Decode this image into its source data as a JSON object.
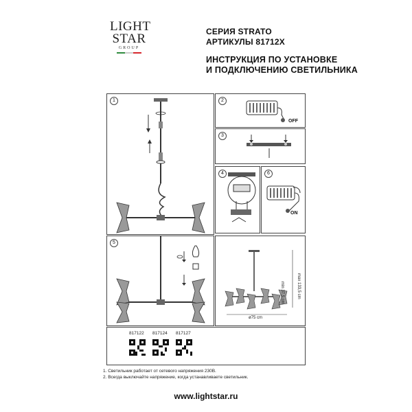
{
  "logo": {
    "line1": "LIGHT",
    "line2": "STAR",
    "line3": "GROUP",
    "flag_colors": [
      "#2e8b3d",
      "#ffffff",
      "#d6262c"
    ]
  },
  "header": {
    "series": "СЕРИЯ STRATO",
    "article": "АРТИКУЛЫ 81712X",
    "instruction_line1": "ИНСТРУКЦИЯ ПО УСТАНОВКЕ",
    "instruction_line2": "И ПОДКЛЮЧЕНИЮ СВЕТИЛЬНИКА"
  },
  "steps": {
    "s1": "1",
    "s2": "2",
    "s3": "3",
    "s4": "4",
    "s5": "5",
    "s6": "6",
    "off_label": "OFF",
    "on_label": "ON"
  },
  "dimensions": {
    "height_min": "min 37,5 cm",
    "height_max": "max 133,5 cm",
    "diameter": "ø75 cm"
  },
  "codes": [
    "817122",
    "817124",
    "817127"
  ],
  "notes": [
    "1. Светильник работает от сетевого напряжения 230В.",
    "2. Всегда выключайте напряжение, когда устанавливаете светильник."
  ],
  "website": "www.lightstar.ru"
}
